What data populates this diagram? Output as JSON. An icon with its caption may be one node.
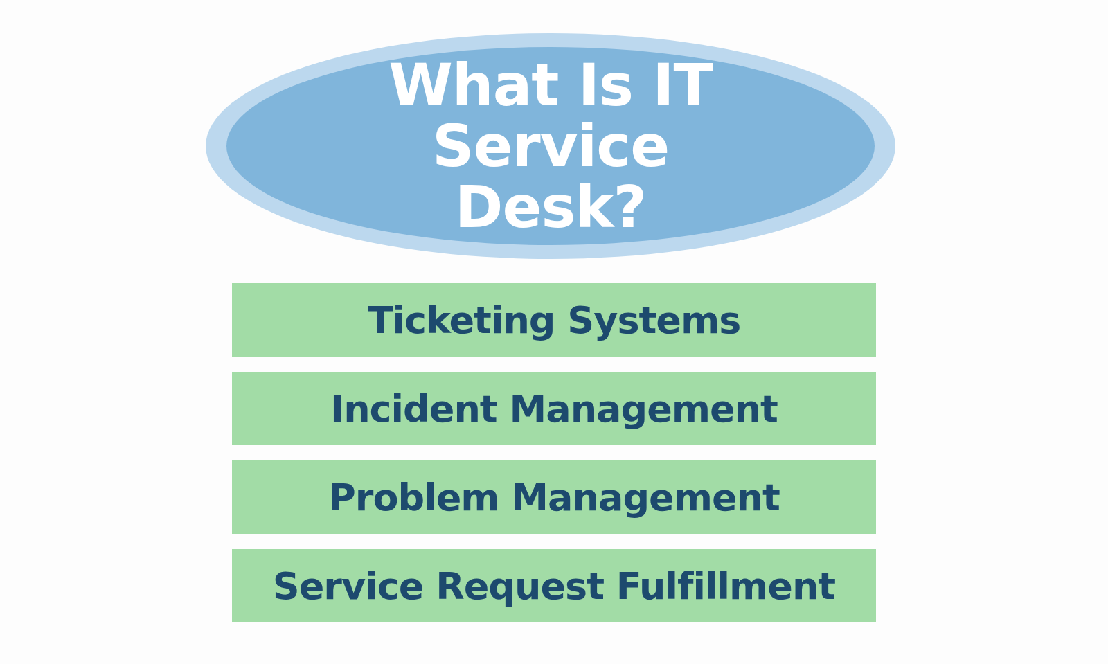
{
  "diagram": {
    "nodes": [
      {
        "text": [
          "What Is IT Service Desk?"
        ]
      },
      {
        "text": [
          "Ticketing Systems"
        ]
      },
      {
        "text": [
          "Incident Management"
        ]
      },
      {
        "text": [
          "Problem Management"
        ]
      },
      {
        "text": [
          "Service Request Fulfillment"
        ]
      }
    ]
  }
}
